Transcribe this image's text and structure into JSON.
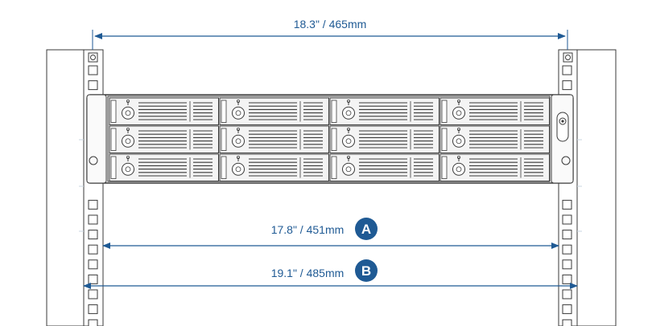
{
  "colors": {
    "accent": "#1f5a94",
    "line": "#3a3a3a",
    "bay_fill": "#f4f4f4",
    "chassis_fill": "#ffffff"
  },
  "dimensions": {
    "top": {
      "label": "18.3\" / 465mm"
    },
    "a": {
      "label": "17.8\" / 451mm",
      "badge": "A"
    },
    "b": {
      "label": "19.1\" / 485mm",
      "badge": "B"
    }
  },
  "enclosure": {
    "drive_bays": {
      "rows": 3,
      "columns": 4
    },
    "power_button_icon": "power-button-icon",
    "bay_lock_icon": "lock-knob-icon"
  }
}
